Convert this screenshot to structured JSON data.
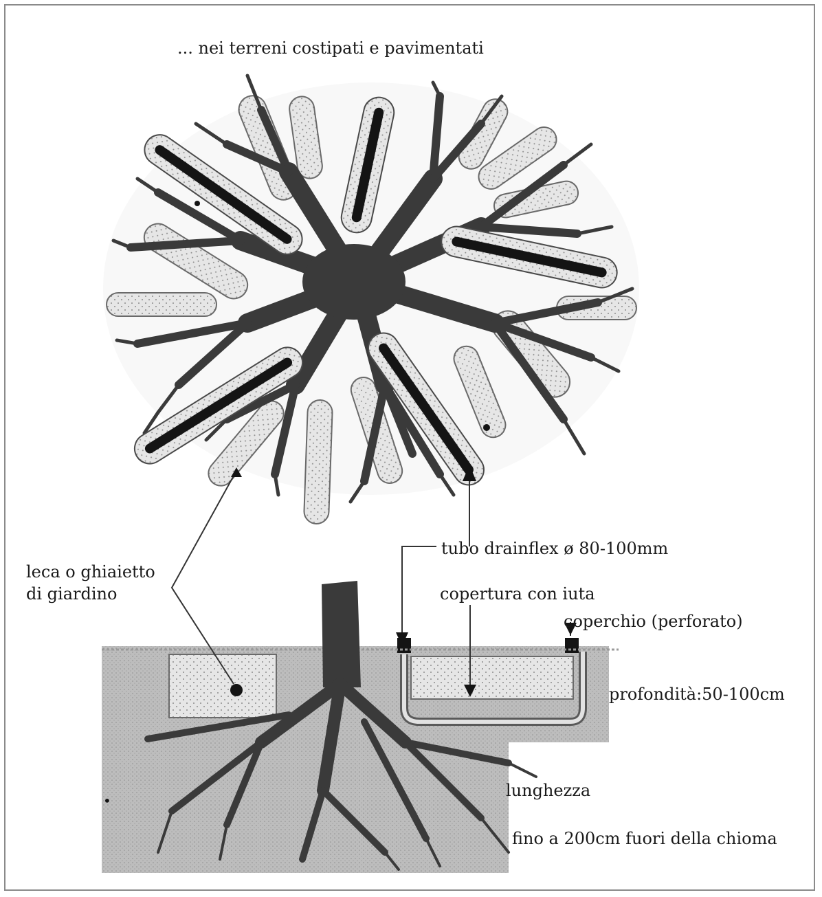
{
  "title": "... nei terreni costipati e pavimentati",
  "labels": {
    "gravel_line1": "leca o ghiaietto",
    "gravel_line2": "di giardino",
    "tube": "tubo drainflex ø 80-100mm",
    "cover_fabric": "copertura con iuta",
    "lid": "coperchio (perforato)",
    "depth": "profondità:50-100cm",
    "length": "lunghezza",
    "length_detail": "fino a 200cm fuori della chioma"
  },
  "colors": {
    "tree": "#3a3a3a",
    "soil": "#bdbdbd",
    "soil_dark": "#9a9a9a",
    "gravel_fill": "#e2e2e2",
    "tube": "#141414",
    "frame": "#8a8a8a"
  }
}
